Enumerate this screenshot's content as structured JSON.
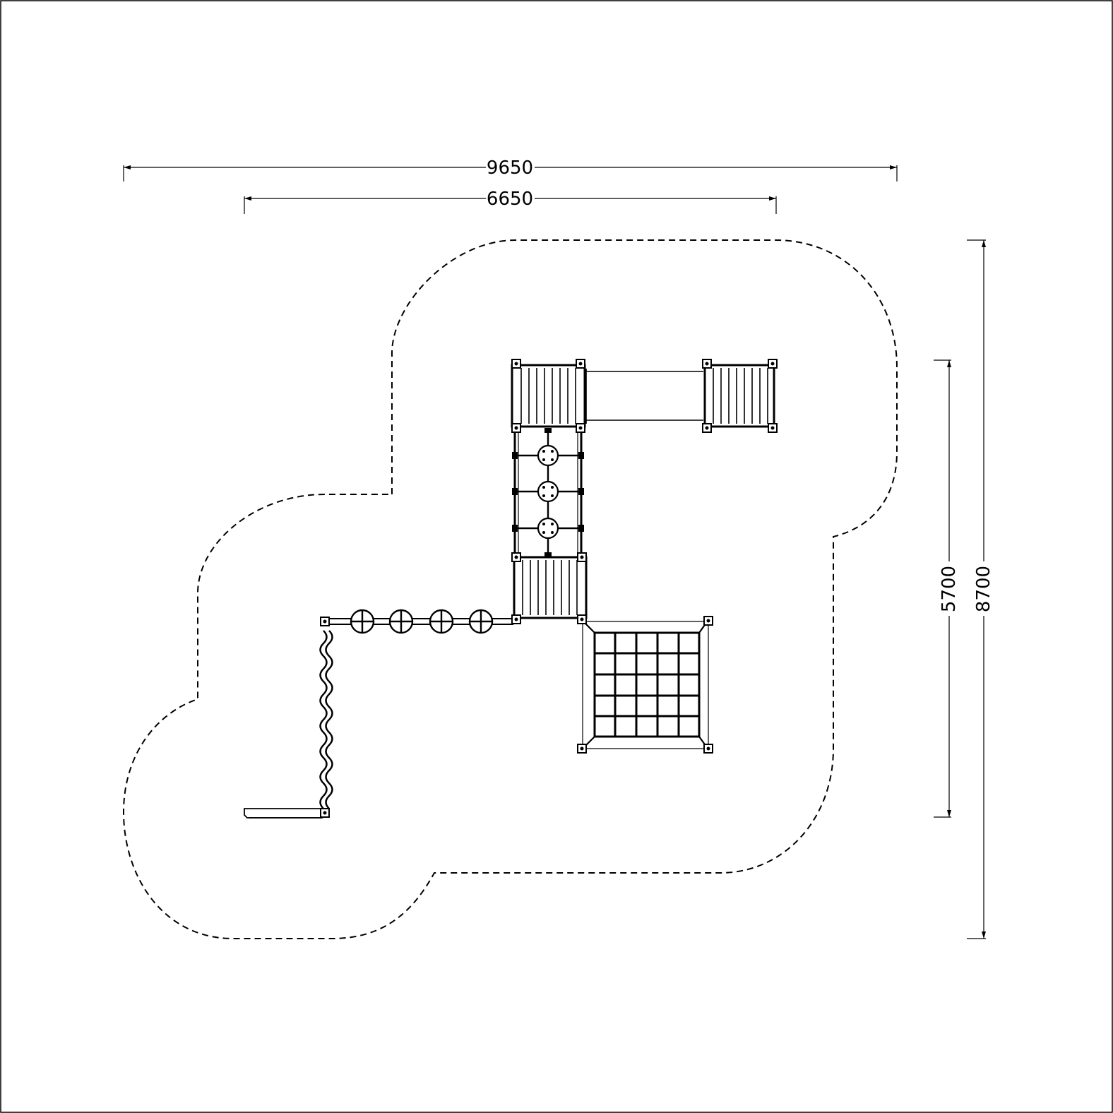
{
  "dimensions": {
    "overall_width": "9650",
    "inner_width": "6650",
    "inner_height": "5700",
    "overall_height": "8700"
  },
  "colors": {
    "line": "#000000",
    "background": "#ffffff"
  }
}
